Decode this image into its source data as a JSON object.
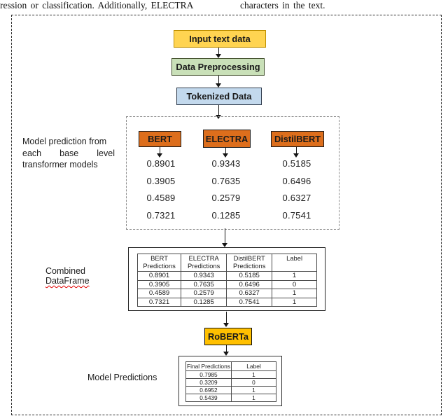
{
  "page": {
    "top_text_left": "ression or classification. Additionally, ELECTRA",
    "top_text_right": "characters in the text."
  },
  "flow": {
    "input_box": "Input text data",
    "preprocess_box": "Data Preprocessing",
    "tokenized_box": "Tokenized Data",
    "roberta_box": "RoBERTa"
  },
  "labels": {
    "base_models_line1": "Model prediction from",
    "base_models_line2_words": [
      "each",
      "base",
      "level"
    ],
    "base_models_line3": "transformer models",
    "combined_line1": "Combined",
    "combined_line2": "DataFrame",
    "final_label": "Model Predictions"
  },
  "models": [
    {
      "name": "BERT",
      "predictions": [
        "0.8901",
        "0.3905",
        "0.4589",
        "0.7321"
      ]
    },
    {
      "name": "ELECTRA",
      "predictions": [
        "0.9343",
        "0.7635",
        "0.2579",
        "0.1285"
      ]
    },
    {
      "name": "DistilBERT",
      "predictions": [
        "0.5185",
        "0.6496",
        "0.6327",
        "0.7541"
      ]
    }
  ],
  "combined_table": {
    "headers": [
      "BERT Predictions",
      "ELECTRA Predictions",
      "DistilBERT Predictions",
      "Label"
    ],
    "rows": [
      [
        "0.8901",
        "0.9343",
        "0.5185",
        "1"
      ],
      [
        "0.3905",
        "0.7635",
        "0.6496",
        "0"
      ],
      [
        "0.4589",
        "0.2579",
        "0.6327",
        "1"
      ],
      [
        "0.7321",
        "0.1285",
        "0.7541",
        "1"
      ]
    ]
  },
  "final_table": {
    "headers": [
      "Final Predictions",
      "Label"
    ],
    "rows": [
      [
        "0.7985",
        "1"
      ],
      [
        "0.3209",
        "0"
      ],
      [
        "0.6952",
        "1"
      ],
      [
        "0.5439",
        "1"
      ]
    ]
  },
  "colors": {
    "yellow": "#ffd451",
    "yellowBorder": "#bf9000",
    "green": "#c9e0b8",
    "greenBorder": "#45522f",
    "blue": "#c3d9ed",
    "blueBorder": "#2f3b4c",
    "orange": "#dd6e1c",
    "gold": "#ffc000"
  }
}
